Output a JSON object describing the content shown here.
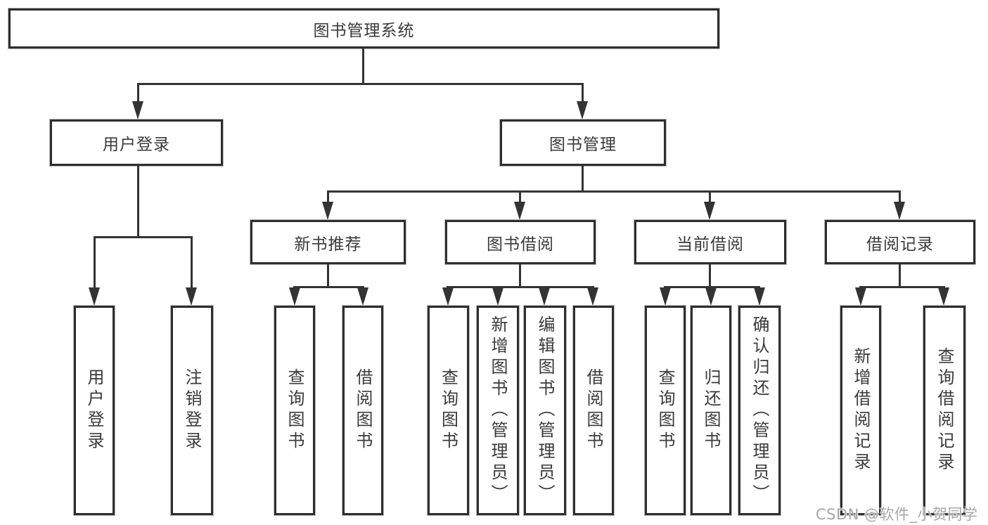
{
  "diagram": {
    "root": {
      "label": "图书管理系统"
    },
    "branches": [
      {
        "label": "用户登录",
        "children": [
          {
            "label": "用户登录"
          },
          {
            "label": "注销登录"
          }
        ]
      },
      {
        "label": "图书管理",
        "children": [
          {
            "label": "新书推荐",
            "children": [
              {
                "label": "查询图书"
              },
              {
                "label": "借阅图书"
              }
            ]
          },
          {
            "label": "图书借阅",
            "children": [
              {
                "label": "查询图书"
              },
              {
                "label": "新增图书（管理员）"
              },
              {
                "label": "编辑图书（管理员）"
              },
              {
                "label": "借阅图书"
              }
            ]
          },
          {
            "label": "当前借阅",
            "children": [
              {
                "label": "查询图书"
              },
              {
                "label": "归还图书"
              },
              {
                "label": "确认归还（管理员）"
              }
            ]
          },
          {
            "label": "借阅记录",
            "children": [
              {
                "label": "新增借阅记录"
              },
              {
                "label": "查询借阅记录"
              }
            ]
          }
        ]
      }
    ]
  },
  "watermark": {
    "text": "CSDN @软件_小贺同学"
  },
  "colors": {
    "line": "#333333",
    "box_border": "#2e2e2e",
    "box_background": "#ffffff",
    "text": "#3a3a3a",
    "watermark": "#a6a6a6"
  }
}
